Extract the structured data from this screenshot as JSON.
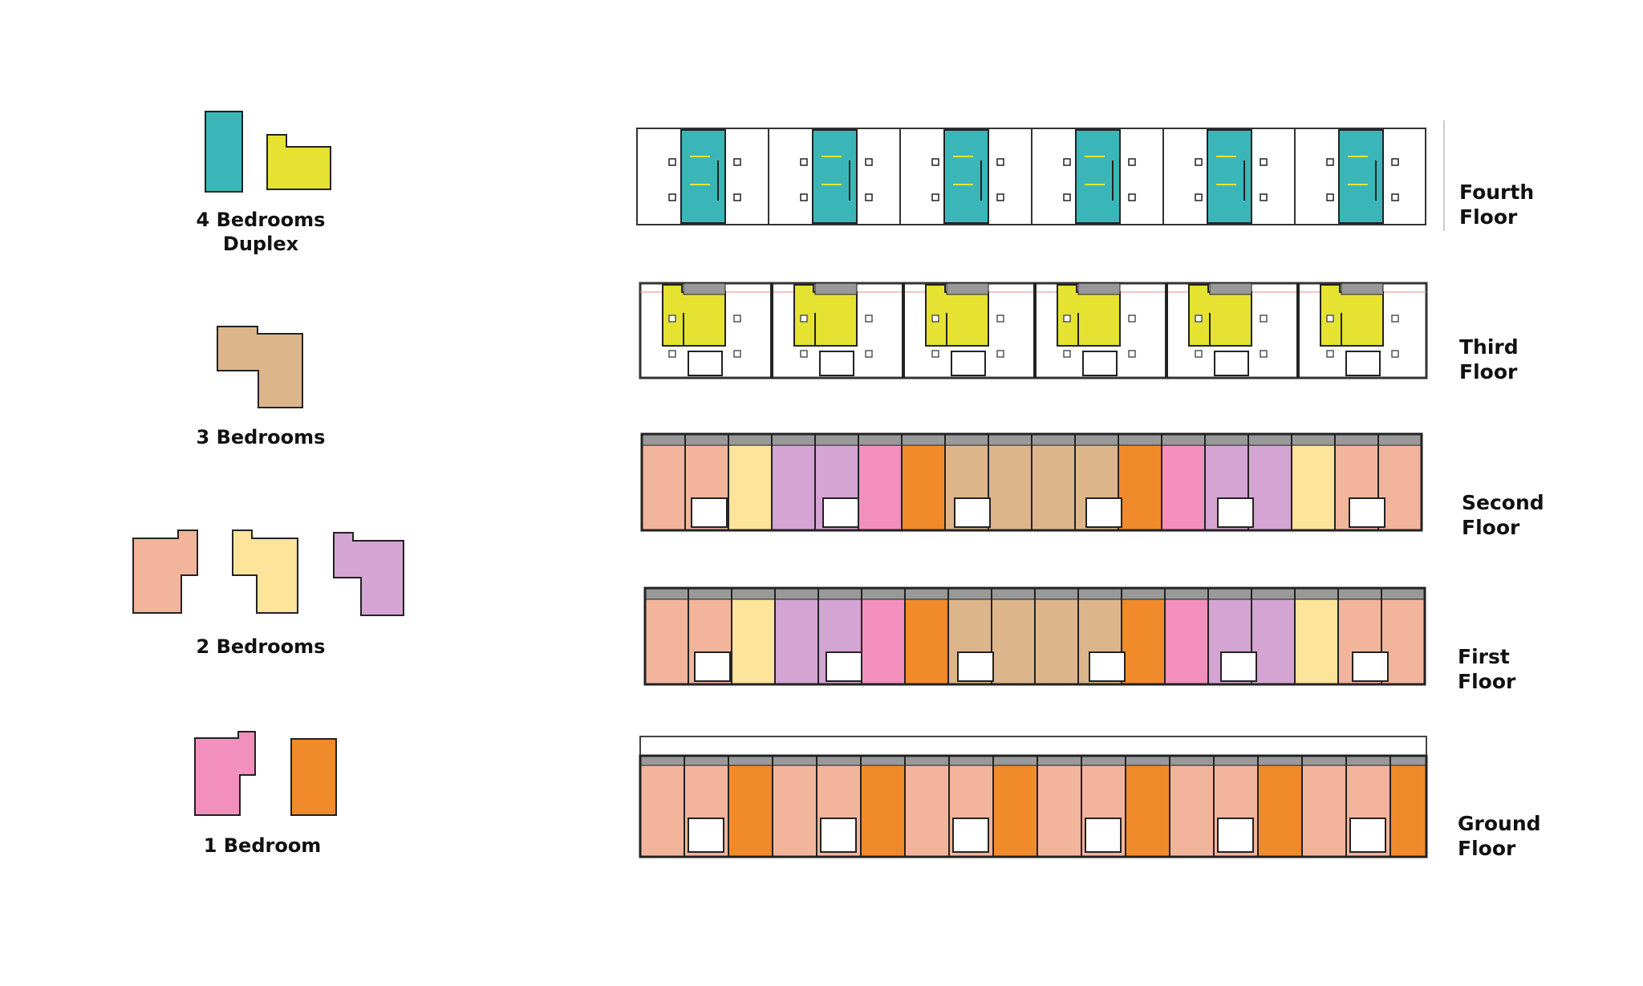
{
  "legend": {
    "four_bed": {
      "line1": "4 Bedrooms",
      "line2": "Duplex"
    },
    "three_bed": {
      "label": "3 Bedrooms"
    },
    "two_bed": {
      "label": "2 Bedrooms"
    },
    "one_bed": {
      "label": "1 Bedroom"
    }
  },
  "floors": [
    {
      "line1": "Fourth",
      "line2": "Floor"
    },
    {
      "line1": "Third",
      "line2": "Floor"
    },
    {
      "line1": "Second",
      "line2": "Floor"
    },
    {
      "line1": "First",
      "line2": "Floor"
    },
    {
      "line1": "Ground",
      "line2": "Floor"
    }
  ],
  "colors": {
    "teal": "#3bb6b8",
    "yellow": "#e6e232",
    "tan": "#ddb58b",
    "salmon": "#f3b49c",
    "cream": "#fde49b",
    "lilac": "#d4a4d2",
    "pink": "#f28fbd",
    "orange": "#f08a2a",
    "outline": "#222222"
  },
  "units_per_floor": 6
}
